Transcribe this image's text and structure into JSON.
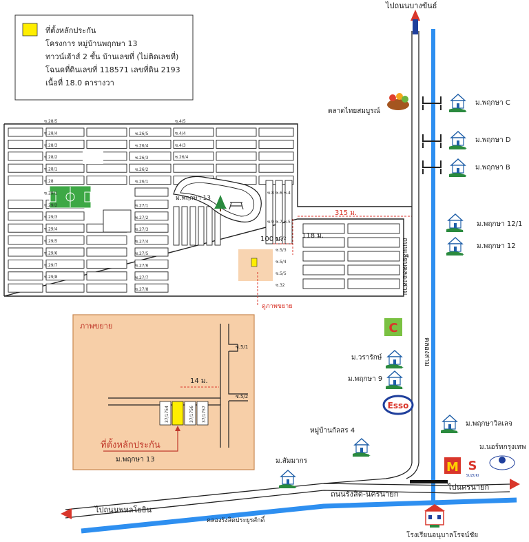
{
  "legend": {
    "marker_color": "#ffee00",
    "title": "ที่ตั้งหลักประกัน",
    "line1": "โครงการ หมู่บ้านพฤกษา 13",
    "line2": "ทาวน์เฮ้าส์ 2 ชั้น บ้านเลขที่ (ไม่ติดเลขที่)",
    "line3": "โฉนดที่ดินเลขที่ 118571 เลขที่ดิน 2193",
    "line4": "เนื้อที่ 18.0 ตารางวา"
  },
  "roads": {
    "top_destination": "ไปถนนบางขันธ์",
    "west_destination": "ไปถนนพหลโยธิน",
    "east_destination": "ไปนครนายก",
    "main_road": "ถนนรังสิต-นครนายก",
    "canal_road": "ถนนเลียบคลองสาม",
    "canal_name": "คลองสาม",
    "main_canal": "คลองรังสิตประยูรศักดิ์"
  },
  "landmarks": {
    "market": "ตลาดไทยสมบูรณ์",
    "pruksa_c": "ม.พฤกษา C",
    "pruksa_d": "ม.พฤกษา D",
    "pruksa_b": "ม.พฤกษา B",
    "pruksa_121": "ม.พฤกษา 12/1",
    "pruksa_12": "ม.พฤกษา 12",
    "village_name": "ม.พฤกษา 13",
    "waraluk": "ม.วรารักษ์",
    "pruksa_9": "ม.พฤกษา 9",
    "esso": "Esso",
    "kunlasorn": "หมู่บ้านกัลสร 4",
    "sammakorn": "ม.สัมมากร",
    "pruksa_village": "ม.พฤกษาวิลเลจ",
    "northkrungthep": "ม.นอร์ทกรุงเทพ",
    "school": "โรงเรียนอนุบาลโรจน์ชัย"
  },
  "distances": {
    "d315": "315 ม.",
    "d100": "100 ม.",
    "d118": "118 ม.",
    "d14": "14 ม."
  },
  "inset": {
    "title": "ภาพขยาย",
    "see_label": "ดูภาพขยาย",
    "collateral_label": "ที่ตั้งหลักประกัน",
    "village_label": "ม.พฤกษา 13",
    "soi_51": "ซ.5/1",
    "soi_52": "ซ.5/2",
    "house1": "37/1754",
    "house2": "37/1756",
    "house3": "37/1757",
    "colors": {
      "bg": "#f7cfa8",
      "border": "#c9874f",
      "accent": "#c0392b"
    }
  },
  "soi_labels": {
    "left": [
      "ซ.28/5",
      "ซ.28/4",
      "ซ.28/3",
      "ซ.28/2",
      "ซ.28/1",
      "ซ.28",
      "ซ.29/1",
      "ซ.29/2",
      "ซ.29/3",
      "ซ.29/4",
      "ซ.29/5",
      "ซ.29/6",
      "ซ.29/7",
      "ซ.29/8"
    ],
    "middle": [
      "ซ.26/5",
      "ซ.26/4",
      "ซ.26/3",
      "ซ.26/2",
      "ซ.26/1",
      "ซ.27/1",
      "ซ.27/2",
      "ซ.27/3",
      "ซ.27/4",
      "ซ.27/5",
      "ซ.27/6",
      "ซ.27/7",
      "ซ.27/8"
    ],
    "inner": [
      "ซ.4/5",
      "ซ.4/4",
      "ซ.4/3",
      "ซ.26/4",
      "ซ.8",
      "ซ.6",
      "ซ.4",
      "ซ.9",
      "ซ.7",
      "ซ.5",
      "ซ.5/2",
      "ซ.5/3",
      "ซ.5/4",
      "ซ.5/5",
      "ซ.32"
    ]
  },
  "colors": {
    "canal": "#2e8ff0",
    "road_arrow": "#1f3f9c",
    "arrow_head": "#d9362b",
    "inset_bg": "#f7cfa8",
    "house_green": "#2a8a3e",
    "football": "#3da845"
  }
}
